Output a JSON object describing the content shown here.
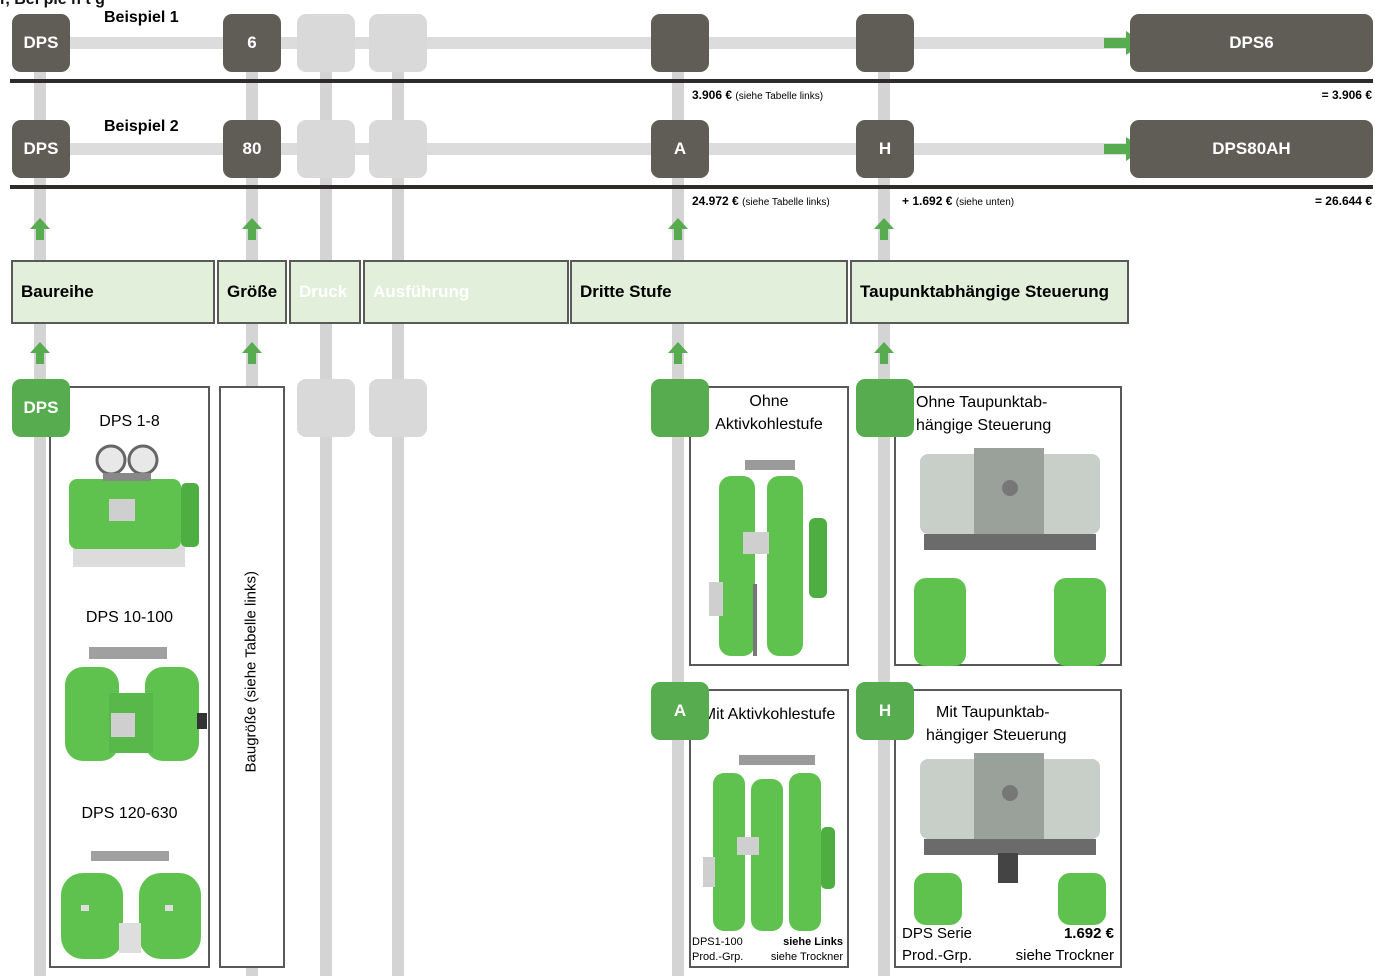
{
  "header": {
    "title_fragment": "r, Bei  pie    n    t  g"
  },
  "example1": {
    "label": "Beispiel 1",
    "codes": [
      "DPS",
      "6",
      "",
      "",
      "",
      ""
    ],
    "result": "DPS6",
    "price_a": "3.906 €",
    "price_a_note": "(siehe Tabelle links)",
    "total": "= 3.906 €"
  },
  "example2": {
    "label": "Beispiel 2",
    "codes": [
      "DPS",
      "80",
      "",
      "",
      "A",
      "H"
    ],
    "result": "DPS80AH",
    "price_a": "24.972 €",
    "price_a_note": "(siehe Tabelle links)",
    "price_h": "+ 1.692 €",
    "price_h_note": "(siehe unten)",
    "total": "= 26.644 €"
  },
  "categories": [
    {
      "label": "Baureihe",
      "dim": false
    },
    {
      "label": "Größe",
      "dim": false
    },
    {
      "label": "Druck",
      "dim": true
    },
    {
      "label": "Ausführung",
      "dim": true
    },
    {
      "label": "Dritte Stufe",
      "dim": false
    },
    {
      "label": "Taupunktabhängige Steuerung",
      "dim": false
    }
  ],
  "baureihe": {
    "code": "DPS",
    "models": [
      "DPS 1-8",
      "DPS 10-100",
      "DPS 120-630"
    ]
  },
  "groesse": {
    "vertical_label": "Baugröße (siehe Tabelle links)"
  },
  "dritte_stufe": {
    "option1": {
      "code": "",
      "label": "Ohne Aktivkohlestufe"
    },
    "option2": {
      "code": "A",
      "label": "Mit Aktivkohlestufe",
      "footer_left_1": "DPS1-100",
      "footer_left_2": "Prod.-Grp.",
      "footer_right_1": "siehe Links",
      "footer_right_2": "siehe Trockner"
    }
  },
  "taupunkt": {
    "option1": {
      "code": "",
      "label_1": "Ohne Taupunktab-",
      "label_2": "hängige Steuerung"
    },
    "option2": {
      "code": "H",
      "label_1": "Mit Taupunktab-",
      "label_2": "hängiger Steuerung",
      "footer_left_1": "DPS Serie",
      "footer_left_2": "Prod.-Grp.",
      "footer_right_1": "1.692 €",
      "footer_right_2": "siehe Trockner"
    }
  },
  "colors": {
    "dark_box": "#605d56",
    "green": "#57ac4f",
    "light_box": "#d9d9d9",
    "header_bg": "#e2efda"
  }
}
